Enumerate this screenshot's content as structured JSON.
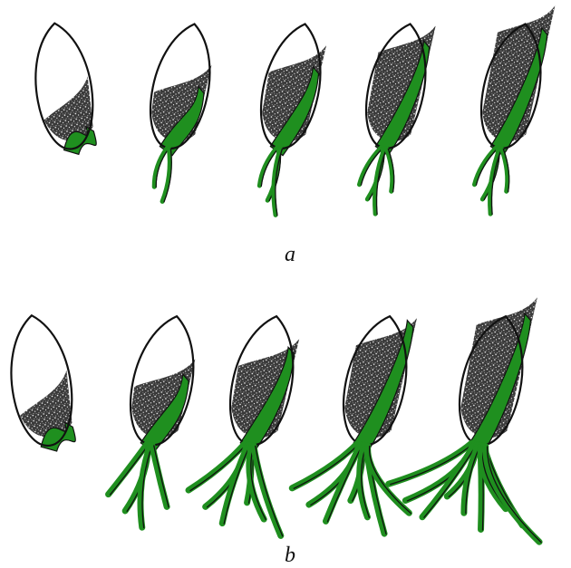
{
  "figure": {
    "panel_a_label": "a",
    "panel_b_label": "b"
  },
  "colors": {
    "shoot": "#1f8f1f",
    "outline": "#111111",
    "seed_fill": "#ffffff",
    "endosperm": "#2a2a2a"
  },
  "panels": [
    {
      "id": "a",
      "stages": 5,
      "roots_per_stage": [
        0,
        2,
        3,
        4,
        4
      ],
      "shoot_progress": [
        0.15,
        0.5,
        0.65,
        0.85,
        0.95
      ]
    },
    {
      "id": "b",
      "stages": 5,
      "roots_per_stage": [
        0,
        4,
        6,
        7,
        9
      ],
      "shoot_progress": [
        0.15,
        0.55,
        0.75,
        0.95,
        1.0
      ]
    }
  ]
}
